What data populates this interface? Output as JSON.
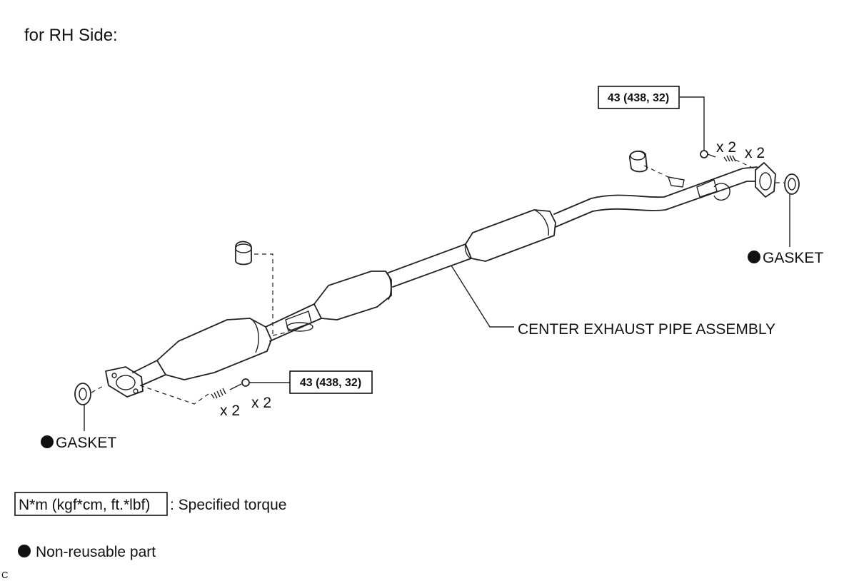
{
  "heading": "for RH Side:",
  "labels": {
    "center_pipe": "CENTER EXHAUST PIPE ASSEMBLY",
    "gasket_rear": "GASKET",
    "gasket_front": "GASKET"
  },
  "torque": {
    "rear": "43 (438, 32)",
    "front": "43 (438, 32)"
  },
  "quantities": {
    "rear_bolt": "x 2",
    "rear_spring": "x 2",
    "front_spring": "x 2",
    "front_bolt": "x 2"
  },
  "legend": {
    "torque_unit": "N*m (kgf*cm, ft.*lbf)",
    "torque_desc": ": Specified torque",
    "nonreusable": "Non-reusable part"
  },
  "corner_code": "C"
}
